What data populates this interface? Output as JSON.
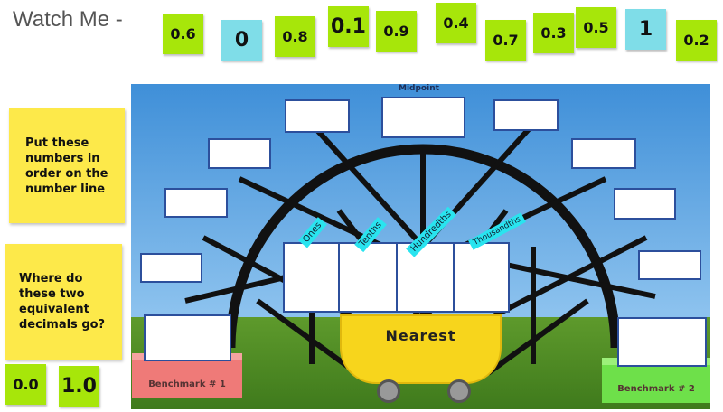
{
  "header": {
    "title": "Watch Me -"
  },
  "tiles": [
    {
      "label": "0.6",
      "color": "green"
    },
    {
      "label": "0",
      "color": "cyan"
    },
    {
      "label": "0.8",
      "color": "green"
    },
    {
      "label": "0.1",
      "color": "green"
    },
    {
      "label": "0.9",
      "color": "green"
    },
    {
      "label": "0.4",
      "color": "green"
    },
    {
      "label": "0.7",
      "color": "green"
    },
    {
      "label": "0.3",
      "color": "green"
    },
    {
      "label": "0.5",
      "color": "green"
    },
    {
      "label": "1",
      "color": "cyan"
    },
    {
      "label": "0.2",
      "color": "green"
    }
  ],
  "notes": {
    "order": "Put these numbers in order on the number line",
    "equivalent": "Where do these two equivalent decimals go?"
  },
  "equivalent_tiles": [
    "0.0",
    "1.0"
  ],
  "scene": {
    "midpoint": "Midpoint",
    "place_values": [
      "Ones",
      "Tenths",
      "Hundredths",
      "Thousandths"
    ],
    "cart": "Nearest",
    "benchmark1": "Benchmark # 1",
    "benchmark2": "Benchmark # 2"
  },
  "colors": {
    "green_tile": "#a7e60a",
    "cyan_tile": "#7fdde8",
    "sticky": "#fde94a"
  }
}
